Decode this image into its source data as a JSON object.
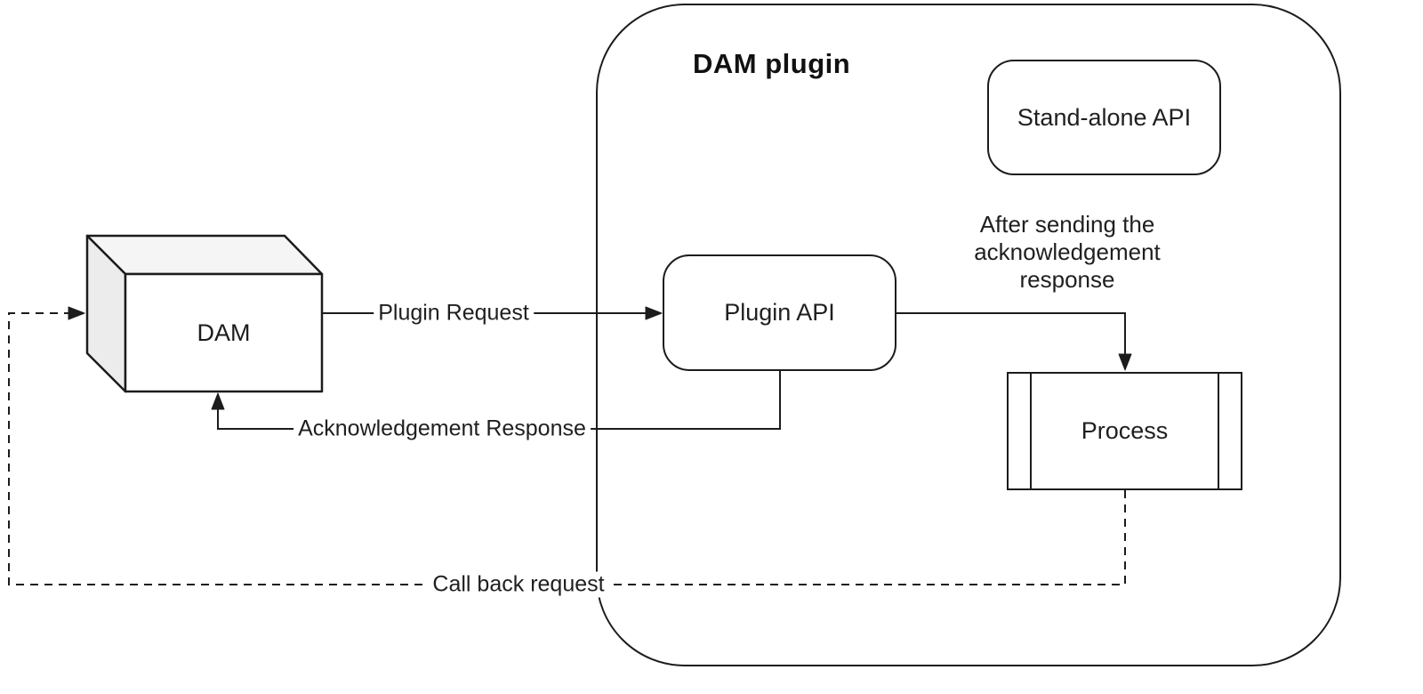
{
  "container": {
    "title": "DAM plugin"
  },
  "nodes": {
    "dam": {
      "label": "DAM",
      "shape": "cube"
    },
    "plugin_api": {
      "label": "Plugin API",
      "shape": "rounded-rectangle"
    },
    "standalone_api": {
      "label": "Stand-alone API",
      "shape": "rounded-rectangle"
    },
    "process": {
      "label": "Process",
      "shape": "predefined-process"
    }
  },
  "edges": {
    "plugin_request": {
      "label": "Plugin Request",
      "style": "solid",
      "from": "DAM",
      "to": "Plugin API"
    },
    "acknowledgement_response": {
      "label": "Acknowledgement Response",
      "style": "solid",
      "from": "Plugin API",
      "to": "DAM"
    },
    "after_ack": {
      "label": "After sending the\nacknowledgement\nresponse",
      "style": "solid",
      "from": "Plugin API",
      "to": "Process"
    },
    "callback_request": {
      "label": "Call back request",
      "style": "dashed",
      "from": "Process",
      "to": "DAM"
    }
  },
  "colors": {
    "line": "#1c1c1c",
    "node_fill": "#ffffff",
    "cube_top_shade": "#f5f5f5",
    "cube_side_shade": "#ececec",
    "background": "#ffffff"
  }
}
